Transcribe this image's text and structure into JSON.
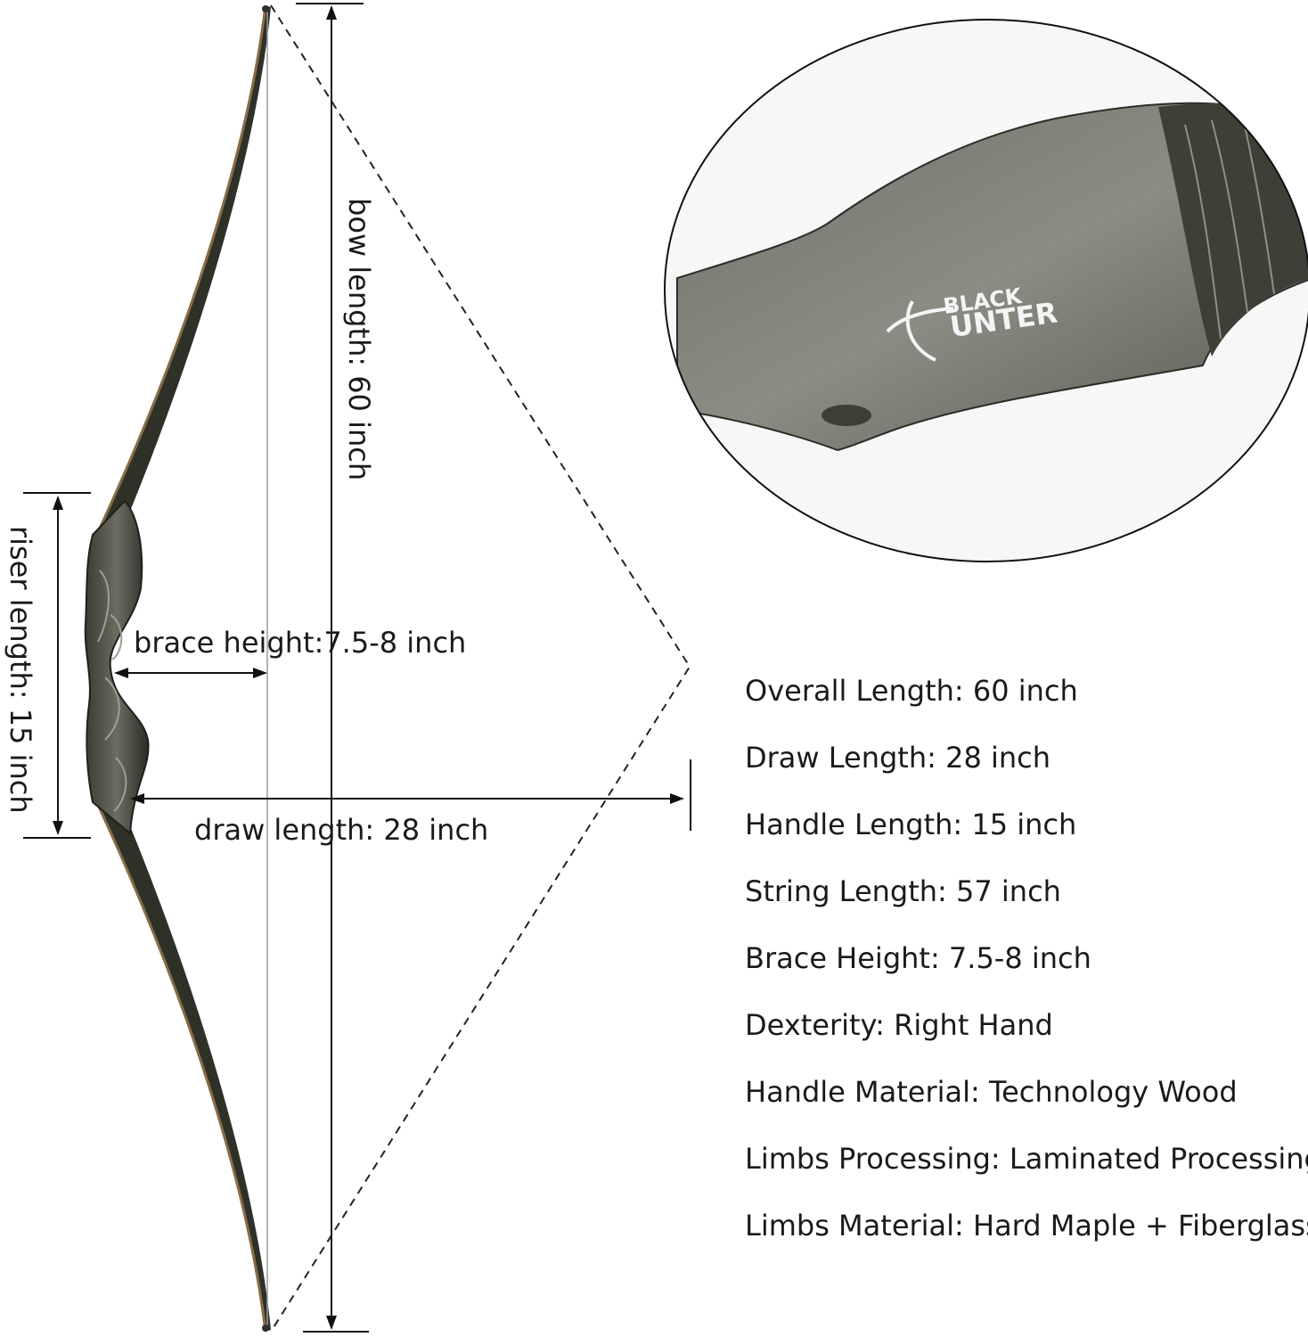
{
  "labels": {
    "bow_length": "bow length: 60 inch",
    "riser_length": "riser length: 15 inch",
    "brace_height": "brace height:7.5-8 inch",
    "draw_length": "draw length: 28 inch"
  },
  "logo": {
    "line1": "BLACK",
    "line2": "UNTER"
  },
  "specs": [
    "Overall Length: 60 inch",
    "Draw Length: 28 inch",
    "Handle Length: 15 inch",
    "String Length: 57 inch",
    "Brace Height: 7.5-8 inch",
    "Dexterity: Right Hand",
    "Handle Material: Technology Wood",
    "Limbs Processing: Laminated Processing",
    "Limbs Material: Hard Maple + Fiberglass"
  ],
  "colors": {
    "wood_dark": "#2f3129",
    "wood_grain": "#5b5e52",
    "limb_edge": "#8a6b45",
    "handle_gray": "#6f7268"
  }
}
